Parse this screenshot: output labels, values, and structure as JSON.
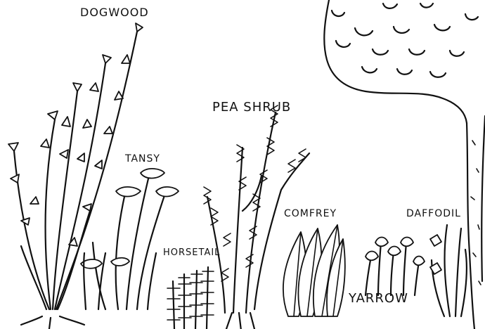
{
  "labels": {
    "dogwood": "DOGWOOD",
    "tansy": "TANSY",
    "pea_shrub": "PEA SHRUB",
    "comfrey": "COMFREY",
    "daffodil": "DAFFODIL",
    "horsetail": "HORSETAIL",
    "yarrow": "YARROW"
  },
  "colors": {
    "ink": "#111111",
    "paper": "#ffffff"
  }
}
